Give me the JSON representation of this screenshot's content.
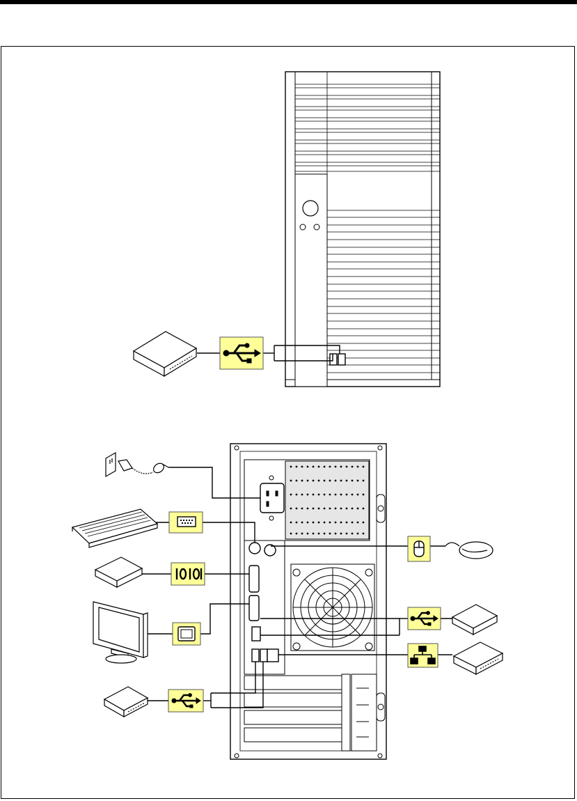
{
  "colors": {
    "line": "#000000",
    "label_fill": "#ffff99",
    "device_fill": "#ffffff"
  },
  "icons": {
    "front": [
      "usb-icon"
    ],
    "rear_left": [
      "keyboard-port-icon",
      "serial-port-icon",
      "monitor-port-icon",
      "usb-icon"
    ],
    "rear_right": [
      "mouse-port-icon",
      "usb-icon",
      "lan-port-icon"
    ]
  },
  "devices": {
    "front": [
      "usb-device"
    ],
    "rear": [
      "power-outlet",
      "power-cord",
      "keyboard",
      "serial-device",
      "display-monitor",
      "usb-device",
      "mouse",
      "usb-device",
      "lan-device"
    ]
  }
}
